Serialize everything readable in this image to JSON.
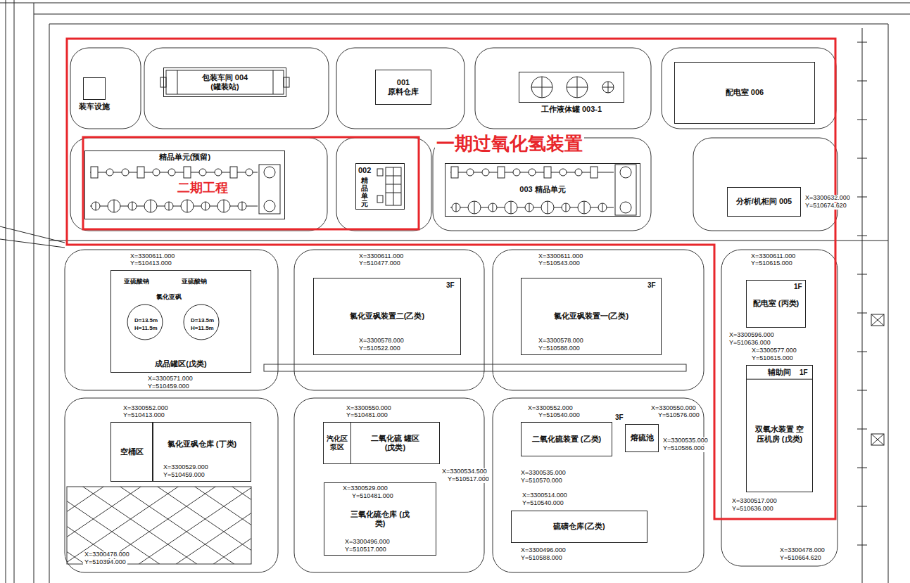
{
  "diagram": {
    "nodes": [
      {
        "text": [
          "装车设施"
        ]
      },
      {
        "text": [
          "包装车间 004",
          "(罐装站)"
        ]
      },
      {
        "text": [
          "001",
          "原料仓库"
        ]
      },
      {
        "text": [
          "工作液体罐 003-1"
        ]
      },
      {
        "text": [
          "配电室 006"
        ]
      },
      {
        "text": [
          "精品单元(预留)"
        ]
      },
      {
        "text": [
          "002",
          "精品单元"
        ]
      },
      {
        "text": [
          "003 精品单元"
        ]
      },
      {
        "text": [
          "分析/机柜间 005"
        ]
      },
      {
        "text": [
          "成品罐区(戊类)"
        ]
      },
      {
        "text": [
          "氯化亚砜装置二(乙类)"
        ]
      },
      {
        "text": [
          "氯化亚砜装置一(乙类)"
        ]
      },
      {
        "text": [
          "配电室 (丙类)"
        ]
      },
      {
        "text": [
          "辅助间",
          "双氧水装置 空压机房 (戊类)"
        ]
      },
      {
        "text": [
          "空桶区"
        ]
      },
      {
        "text": [
          "氯化亚砜仓库 (丁类)"
        ]
      },
      {
        "text": [
          "汽化区",
          "泵区"
        ]
      },
      {
        "text": [
          "二氧化硫 罐区(戊类)"
        ]
      },
      {
        "text": [
          "三氧化硫仓库 (戊类)"
        ]
      },
      {
        "text": [
          "二氧化硫装置 (乙类)"
        ]
      },
      {
        "text": [
          "熔硫池"
        ]
      },
      {
        "text": [
          "硫磺仓库(乙类)"
        ]
      }
    ],
    "labels": [
      "一期过氧化氢装置",
      "二期工程",
      "X=3300632.000",
      "Y=510674.620",
      "亚硫酸钠",
      "亚硫酸钠",
      "氯化亚砜",
      "D=13.5m",
      "H=11.5m",
      "D=13.5m",
      "H=11.5m",
      "X=3300611.000",
      "Y=510413.000",
      "X=3300571.000",
      "Y=510459.000",
      "X=3300611.000",
      "Y=510477.000",
      "3F",
      "X=3300578.000",
      "Y=510522.000",
      "X=3300611.000",
      "Y=510543.000",
      "3F",
      "X=3300578.000",
      "Y=510588.000",
      "X=3300611.000",
      "Y=510615.000",
      "1F",
      "X=3300596.000",
      "Y=510636.000",
      "X=3300577.000",
      "Y=510615.000",
      "1F",
      "X=3300517.000",
      "Y=510636.000",
      "X=3300552.000",
      "Y=510413.000",
      "X=3300529.000",
      "Y=510459.000",
      "X=3300550.000",
      "Y=510481.000",
      "X=3300534.500",
      "Y=510517.000",
      "X=3300529.000",
      "Y=510481.000",
      "X=3300496.000",
      "Y=510517.000",
      "X=3300552.000",
      "Y=510540.000",
      "3F",
      "X=3300535.000",
      "Y=510570.000",
      "X=3300514.000",
      "Y=510540.000",
      "X=3300496.000",
      "Y=510588.000",
      "X=3300550.000",
      "Y=510576.000",
      "X=3300535.000",
      "Y=510586.000",
      "X=3300478.000",
      "Y=510664.620",
      "X=3300478.000",
      "Y=510394.000"
    ]
  }
}
